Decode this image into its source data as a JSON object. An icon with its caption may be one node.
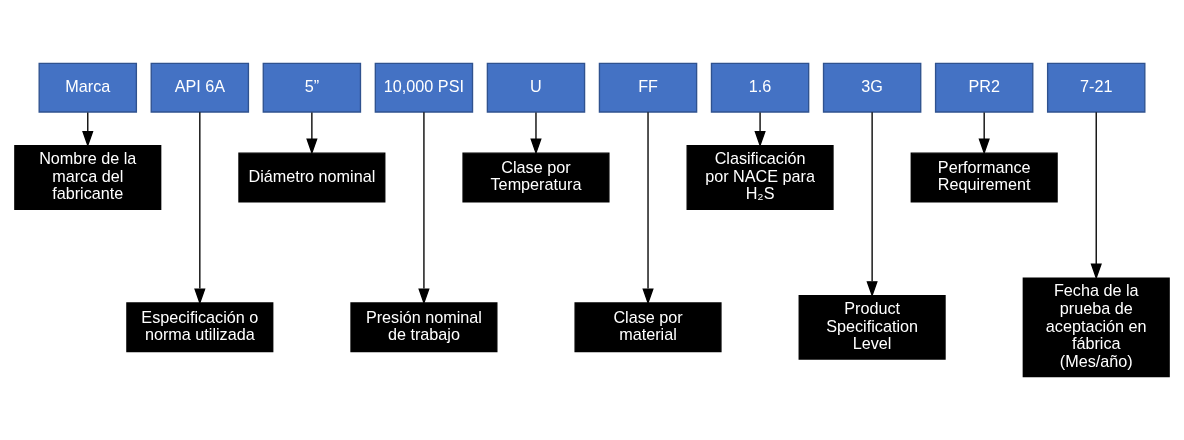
{
  "diagram": {
    "nodes": [
      {
        "text": [
          "Marca"
        ]
      },
      {
        "text": [
          "API 6A"
        ]
      },
      {
        "text": [
          "5”"
        ]
      },
      {
        "text": [
          "10,000 PSI"
        ]
      },
      {
        "text": [
          "U"
        ]
      },
      {
        "text": [
          "FF"
        ]
      },
      {
        "text": [
          "1.6"
        ]
      },
      {
        "text": [
          "3G"
        ]
      },
      {
        "text": [
          "PR2"
        ]
      },
      {
        "text": [
          "7-21"
        ]
      },
      {
        "text": [
          "Nombre de la marca del fabricante"
        ]
      },
      {
        "text": [
          "Especificación o norma utilizada"
        ]
      },
      {
        "text": [
          "Diámetro nominal"
        ]
      },
      {
        "text": [
          "Presión nominal de trabajo"
        ]
      },
      {
        "text": [
          "Clase por Temperatura"
        ]
      },
      {
        "text": [
          "Clase por material"
        ]
      },
      {
        "text": [
          "Clasificación por NACE para H₂S"
        ]
      },
      {
        "text": [
          "Product Specification Level"
        ]
      },
      {
        "text": [
          "Performance Requirement"
        ]
      },
      {
        "text": [
          "Fecha de la prueba de aceptación en fábrica (Mes/año)"
        ]
      }
    ],
    "edges": [
      {
        "from": 0,
        "to": 10,
        "arrow": "to"
      },
      {
        "from": 1,
        "to": 11,
        "arrow": "to"
      },
      {
        "from": 2,
        "to": 12,
        "arrow": "to"
      },
      {
        "from": 3,
        "to": 13,
        "arrow": "to"
      },
      {
        "from": 4,
        "to": 14,
        "arrow": "to"
      },
      {
        "from": 5,
        "to": 15,
        "arrow": "to"
      },
      {
        "from": 6,
        "to": 16,
        "arrow": "to"
      },
      {
        "from": 7,
        "to": 17,
        "arrow": "to"
      },
      {
        "from": 8,
        "to": 18,
        "arrow": "to"
      },
      {
        "from": 9,
        "to": 19,
        "arrow": "to"
      }
    ]
  }
}
